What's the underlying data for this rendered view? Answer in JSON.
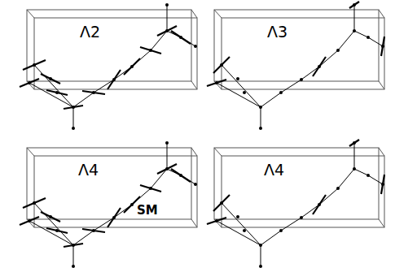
{
  "diagram": {
    "labels": [
      "Λ2",
      "Λ3",
      "Λ4",
      "SM",
      "Λ4"
    ]
  }
}
